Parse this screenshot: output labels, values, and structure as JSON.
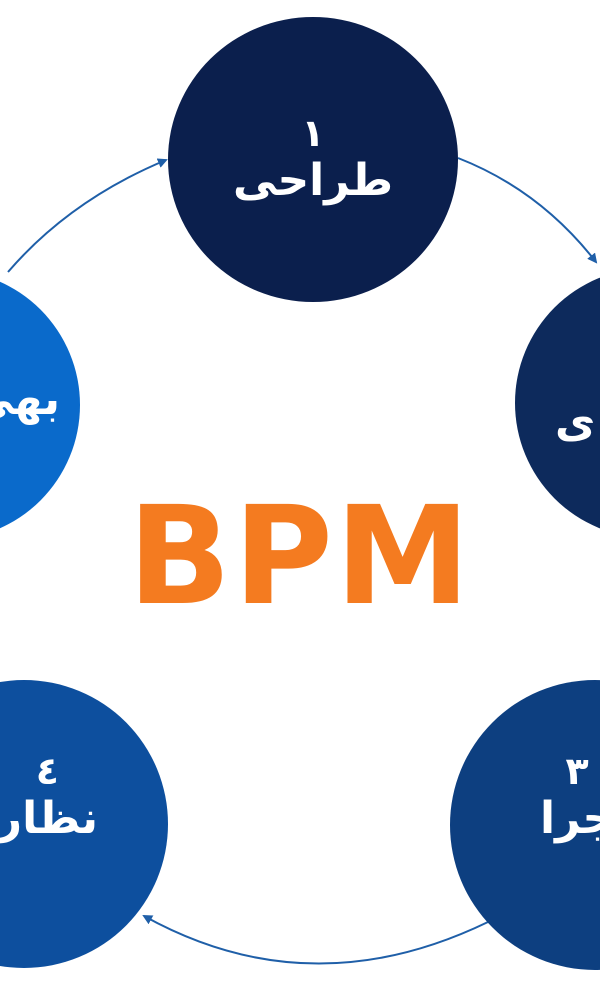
{
  "title": "BPM",
  "colors": {
    "title": "#f47b20",
    "arrow": "#1f5fa8",
    "step_1": "#0b1f4d",
    "step_2": "#0d2a5c",
    "step_3": "#0d3f80",
    "step_4": "#0d4f9e",
    "step_5": "#0a6acb"
  },
  "steps": [
    {
      "number": "١",
      "label": "طراحی"
    },
    {
      "number": "",
      "label": "ی"
    },
    {
      "number": "٣",
      "label": "جرا"
    },
    {
      "number": "٤",
      "label": "نظار"
    },
    {
      "number": "",
      "label": "بهی"
    }
  ]
}
